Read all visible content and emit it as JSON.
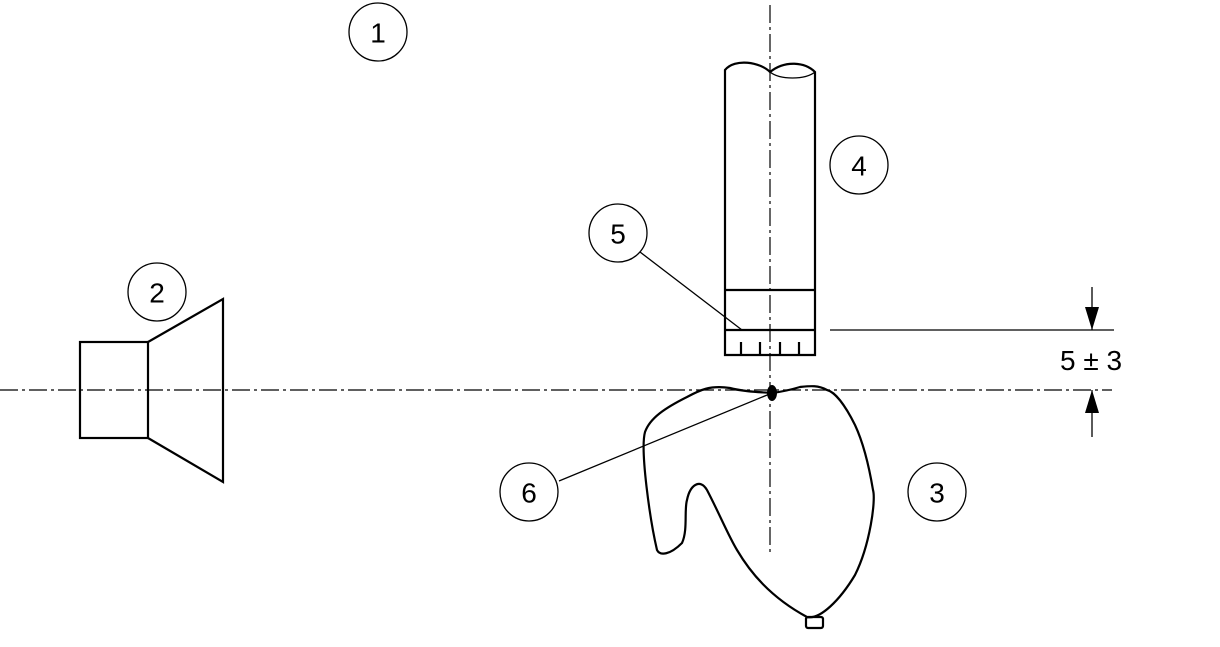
{
  "callouts": {
    "c1": "1",
    "c2": "2",
    "c3": "3",
    "c4": "4",
    "c5": "5",
    "c6": "6"
  },
  "dimension": {
    "label": "5 ± 3"
  }
}
